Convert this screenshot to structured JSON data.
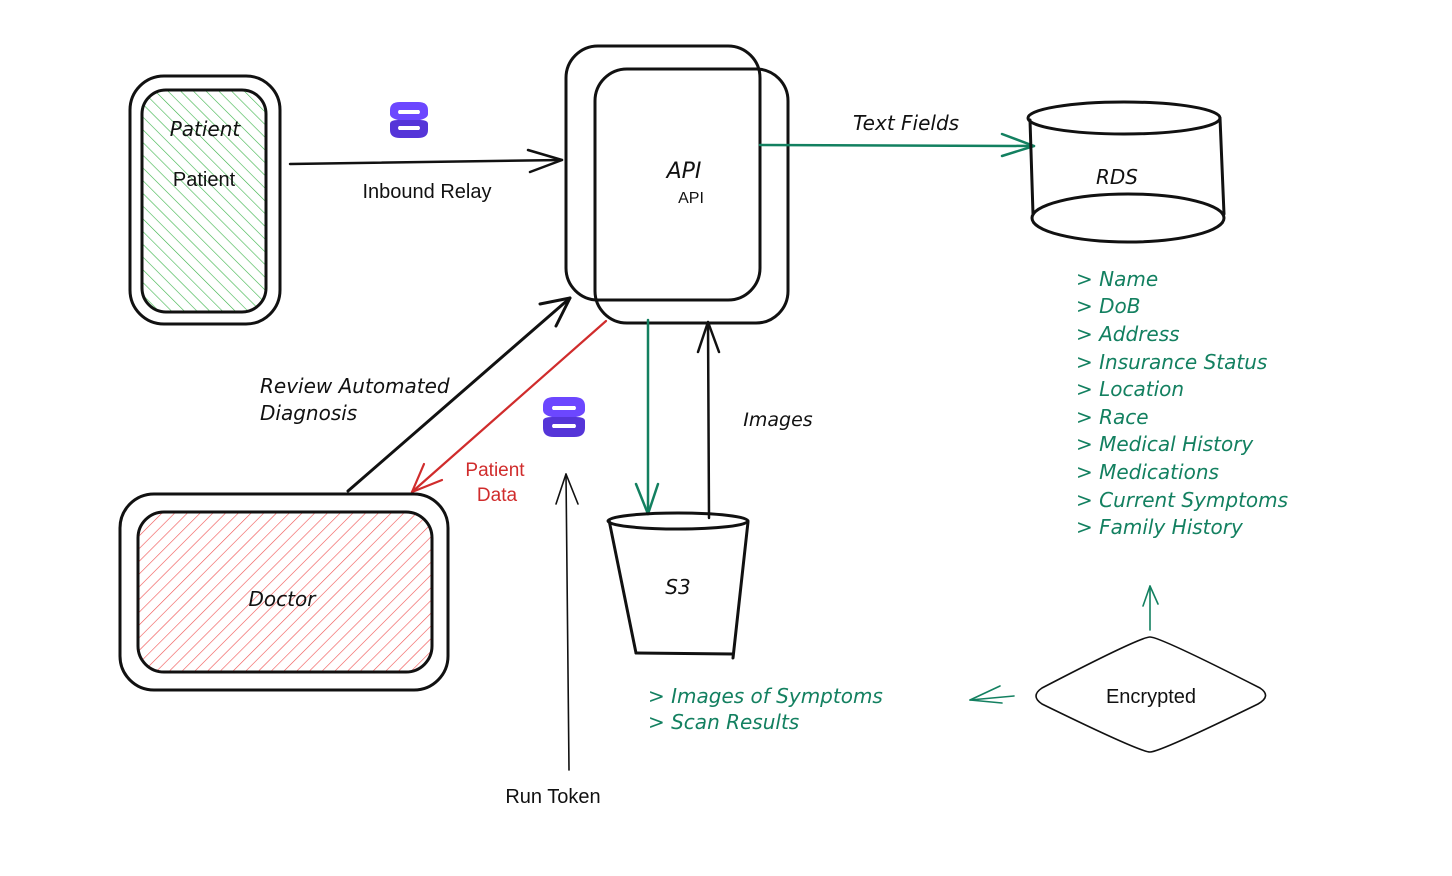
{
  "colors": {
    "ink": "#111111",
    "green": "#138060",
    "red": "#d02c2c",
    "patient_hatch": "#3cb44a",
    "doctor_hatch": "#f05050",
    "logo": "#6c47ff",
    "logo_dark": "#5535d8"
  },
  "nodes": {
    "patient": {
      "label_hand": "Patient",
      "label_plain": "Patient"
    },
    "api": {
      "label_hand": "API",
      "label_plain": "API"
    },
    "rds": {
      "label": "RDS"
    },
    "s3": {
      "label": "S3"
    },
    "doctor": {
      "label": "Doctor"
    },
    "encrypted": {
      "label": "Encrypted"
    }
  },
  "edges": {
    "inbound_relay": {
      "label": "Inbound Relay"
    },
    "text_fields": {
      "label": "Text Fields"
    },
    "images": {
      "label": "Images"
    },
    "review": {
      "label_line1": "Review Automated",
      "label_line2": "Diagnosis"
    },
    "patient_data": {
      "label_line1": "Patient",
      "label_line2": "Data"
    },
    "run_token": {
      "label": "Run Token"
    }
  },
  "rds_fields": [
    "> Name",
    "> DoB",
    "> Address",
    "> Insurance Status",
    "> Location",
    "> Race",
    "> Medical History",
    "> Medications",
    "> Current Symptoms",
    "> Family History"
  ],
  "s3_fields": [
    "> Images of Symptoms",
    "> Scan Results"
  ],
  "icons": {
    "logo_top": "stacked-rings-logo-icon",
    "logo_middle": "stacked-rings-logo-icon"
  }
}
